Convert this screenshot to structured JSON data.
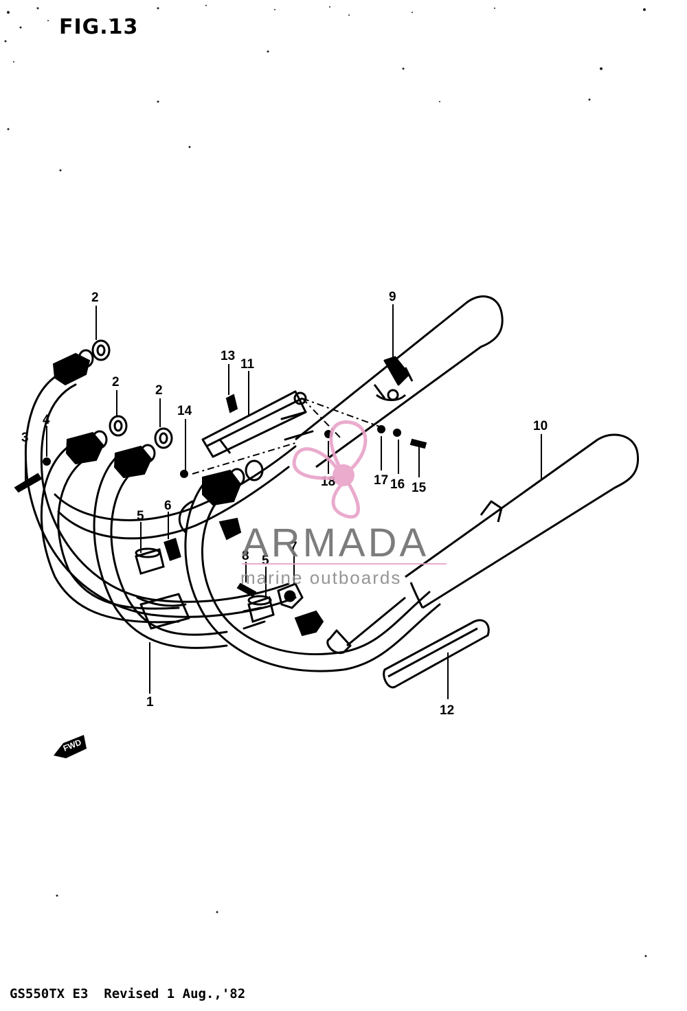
{
  "figure": {
    "title": "FIG.13"
  },
  "footer": {
    "text": "GS550TX E3  Revised 1 Aug.,'82"
  },
  "watermark": {
    "name": "ARMADA",
    "subtitle": "marine outboards",
    "accent_color": "#e8a3c8"
  },
  "direction_tag": {
    "text": "FWD"
  },
  "callouts": [
    {
      "id": "c2a",
      "num": "2"
    },
    {
      "id": "c2b",
      "num": "2"
    },
    {
      "id": "c2c",
      "num": "2"
    },
    {
      "id": "c3",
      "num": "3"
    },
    {
      "id": "c4",
      "num": "4"
    },
    {
      "id": "c1",
      "num": "1"
    },
    {
      "id": "c5a",
      "num": "5"
    },
    {
      "id": "c6",
      "num": "6"
    },
    {
      "id": "c5b",
      "num": "5"
    },
    {
      "id": "c7",
      "num": "7"
    },
    {
      "id": "c8",
      "num": "8"
    },
    {
      "id": "c9",
      "num": "9"
    },
    {
      "id": "c10",
      "num": "10"
    },
    {
      "id": "c11",
      "num": "11"
    },
    {
      "id": "c12",
      "num": "12"
    },
    {
      "id": "c13",
      "num": "13"
    },
    {
      "id": "c14",
      "num": "14"
    },
    {
      "id": "c15",
      "num": "15"
    },
    {
      "id": "c16",
      "num": "16"
    },
    {
      "id": "c17",
      "num": "17"
    },
    {
      "id": "c18",
      "num": "18"
    }
  ]
}
